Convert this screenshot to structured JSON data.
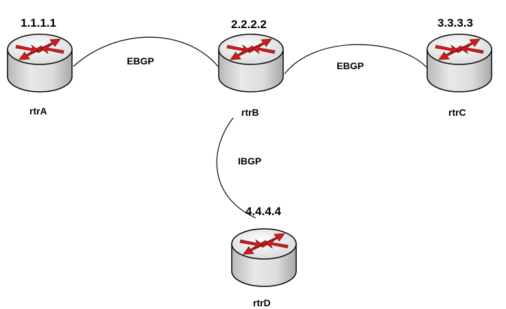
{
  "routers": [
    {
      "id": "rtrA",
      "name": "rtrA",
      "ip": "1.1.1.1"
    },
    {
      "id": "rtrB",
      "name": "rtrB",
      "ip": "2.2.2.2"
    },
    {
      "id": "rtrC",
      "name": "rtrC",
      "ip": "3.3.3.3"
    },
    {
      "id": "rtrD",
      "name": "rtrD",
      "ip": "4.4.4.4"
    }
  ],
  "links": [
    {
      "from": "rtrA",
      "to": "rtrB",
      "label": "EBGP"
    },
    {
      "from": "rtrB",
      "to": "rtrC",
      "label": "EBGP"
    },
    {
      "from": "rtrB",
      "to": "rtrD",
      "label": "IBGP"
    }
  ],
  "colors": {
    "router_body": "#d9d9d9",
    "router_top": "#eeeeee",
    "arrow": "#cc1e1e",
    "line": "#000000"
  },
  "icons": {
    "router": "router-icon"
  }
}
